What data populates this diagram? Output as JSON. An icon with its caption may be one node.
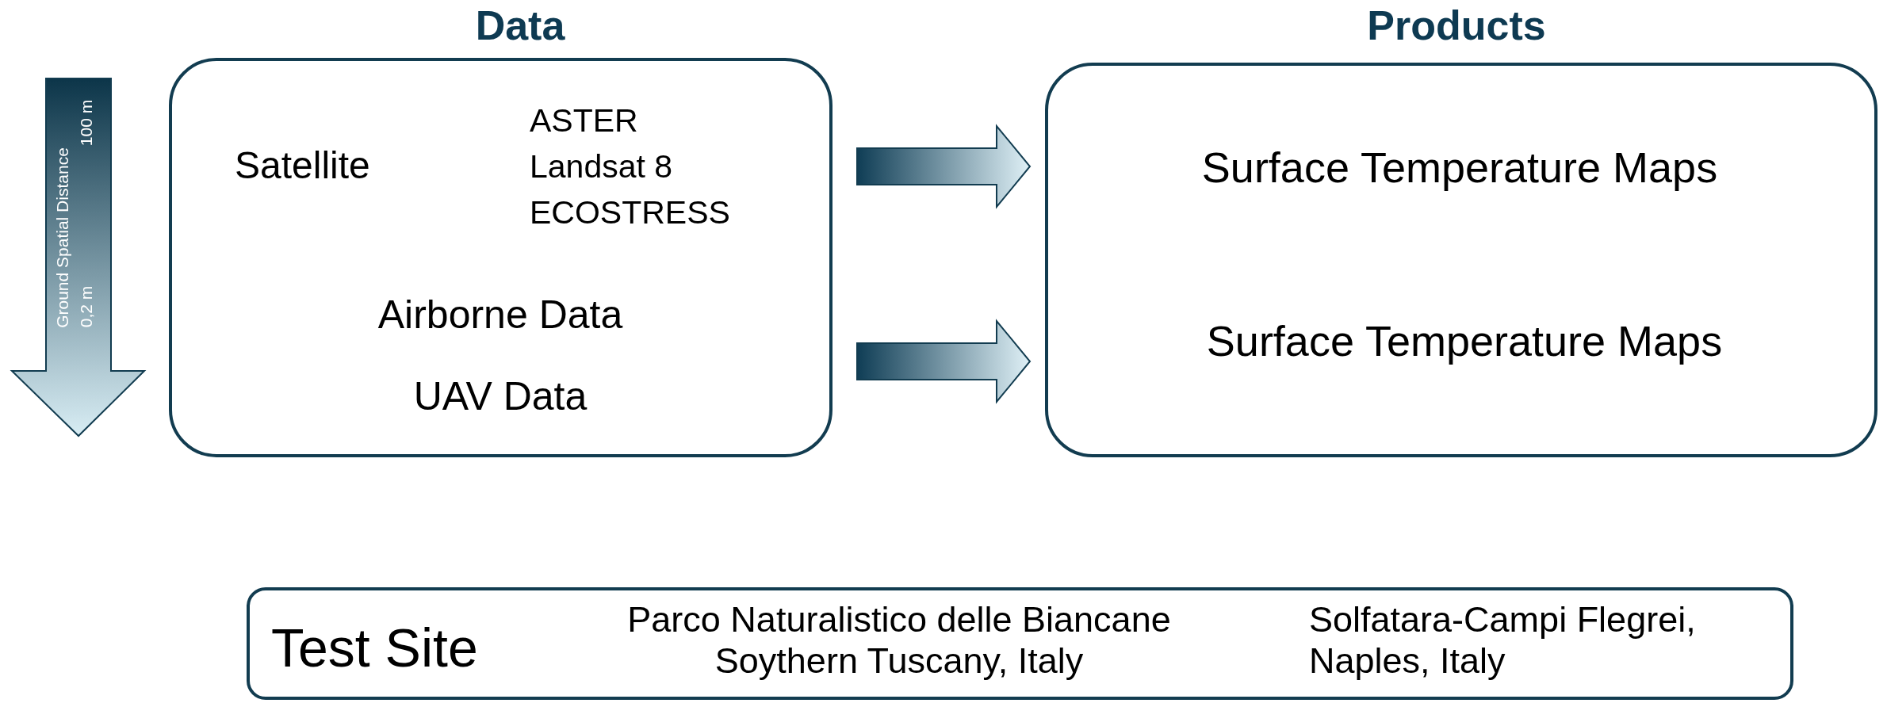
{
  "diagram": {
    "nodes": [
      {
        "text": [
          "Data",
          "Satellite",
          "ASTER",
          "Landsat 8",
          "ECOSTRESS",
          "Airborne Data",
          "UAV Data"
        ]
      },
      {
        "text": [
          "Products",
          "Surface Temperature Maps",
          "Surface Temperature Maps"
        ]
      },
      {
        "text": [
          "Test Site",
          "Parco Naturalistico delle Biancane Soythern Tuscany, Italy",
          "Solfatara-Campi Flegrei, Naples, Italy"
        ]
      }
    ],
    "edges": [
      {
        "from": 0,
        "to": 1,
        "arrow": "to"
      },
      {
        "from": 0,
        "to": 1,
        "arrow": "to"
      }
    ],
    "labels": [
      "Ground Spatial Distance",
      "100 m",
      "0,2 m"
    ]
  }
}
